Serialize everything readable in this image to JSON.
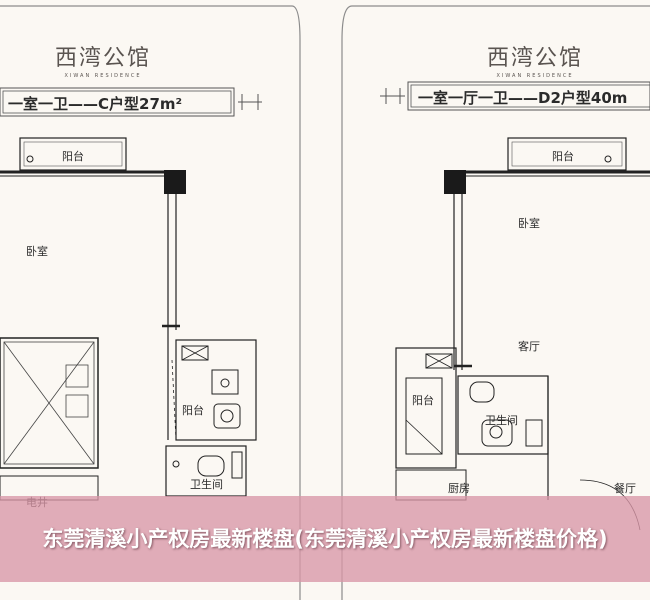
{
  "left_plan": {
    "brand_cn": "西湾公馆",
    "brand_en": "XIWAN RESIDENCE",
    "type_label": "一室一卫——C户型27m²",
    "rooms": {
      "balcony_top": "阳台",
      "bedroom": "卧室",
      "balcony_side": "阳台",
      "bathroom": "卫生间",
      "elevator_shaft": "电井"
    }
  },
  "right_plan": {
    "brand_cn": "西湾公馆",
    "brand_en": "XIWAN RESIDENCE",
    "type_label": "一室一厅一卫——D2户型40m",
    "rooms": {
      "balcony_top": "阳台",
      "bedroom": "卧室",
      "living_room": "客厅",
      "balcony_side": "阳台",
      "bathroom": "卫生间",
      "kitchen": "厨房",
      "dining_room": "餐厅"
    }
  },
  "caption": "东莞清溪小产权房最新楼盘(东莞清溪小产权房最新楼盘价格)"
}
